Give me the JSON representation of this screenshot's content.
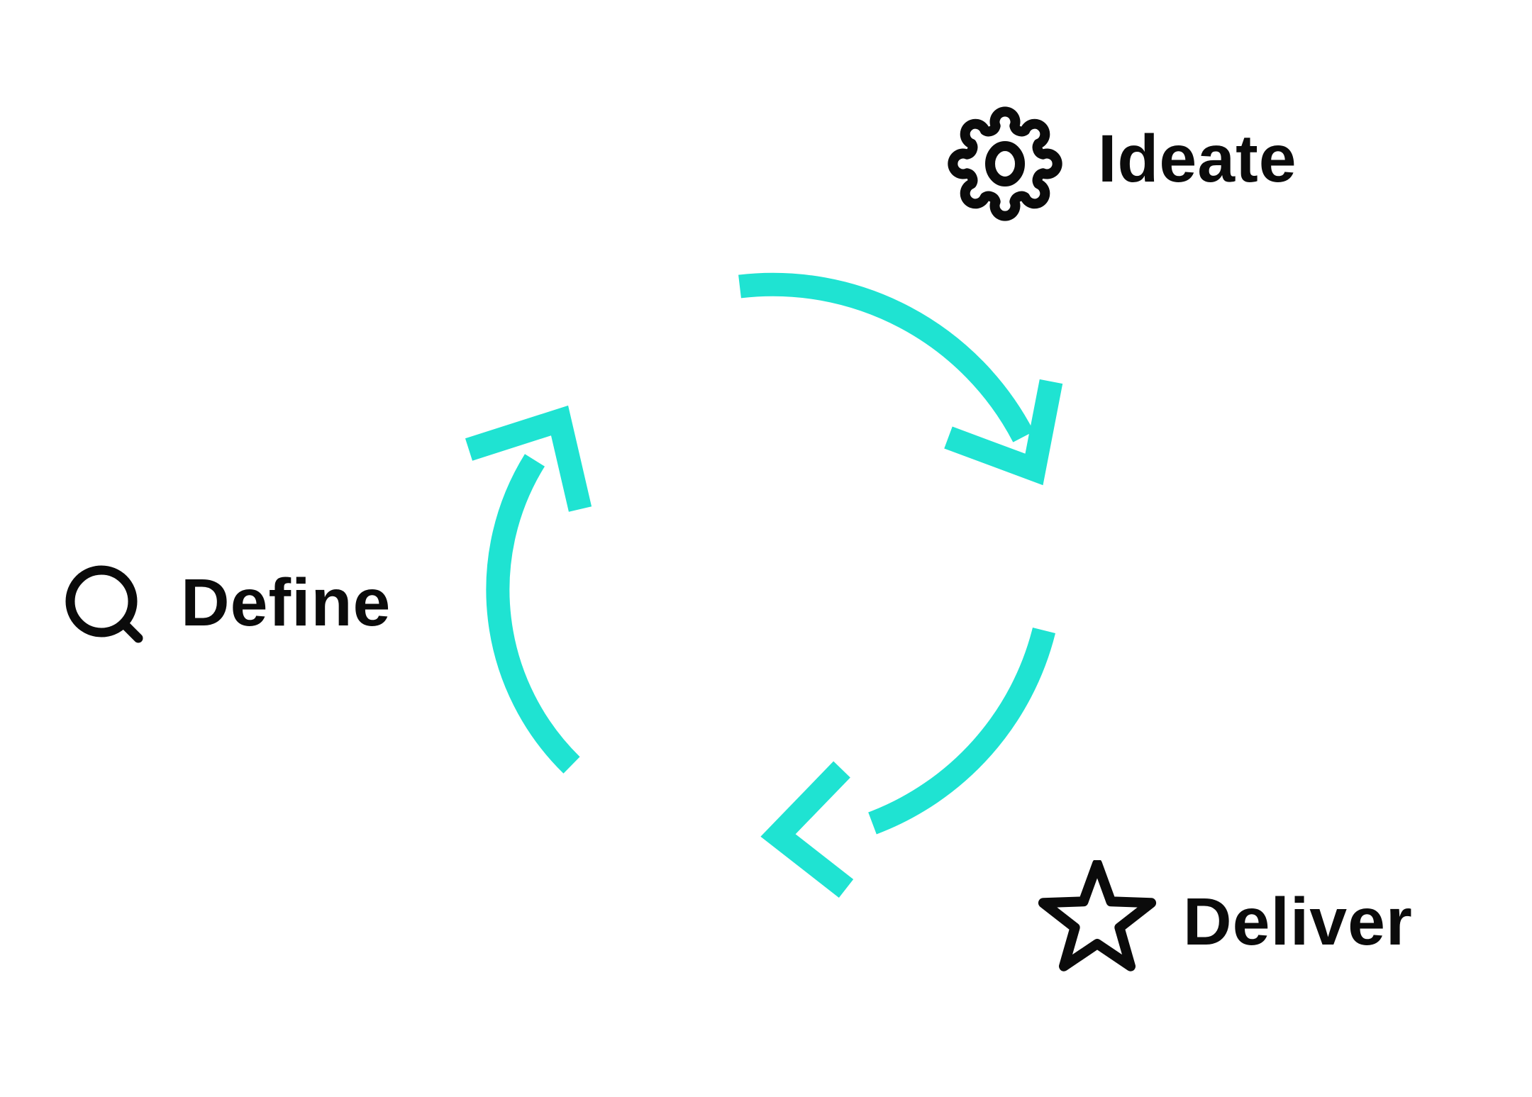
{
  "diagram": {
    "background_color": "#ffffff",
    "accent_color": "#1fe3d2",
    "ink_color": "#0b0b0b",
    "cycle": {
      "type": "cycle",
      "direction": "clockwise",
      "arrow_count": 3
    },
    "steps": [
      {
        "label": "Ideate",
        "icon": "gear-icon",
        "position": "top-right"
      },
      {
        "label": "Define",
        "icon": "search-icon",
        "position": "middle-left"
      },
      {
        "label": "Deliver",
        "icon": "star-icon",
        "position": "bottom-right"
      }
    ]
  }
}
